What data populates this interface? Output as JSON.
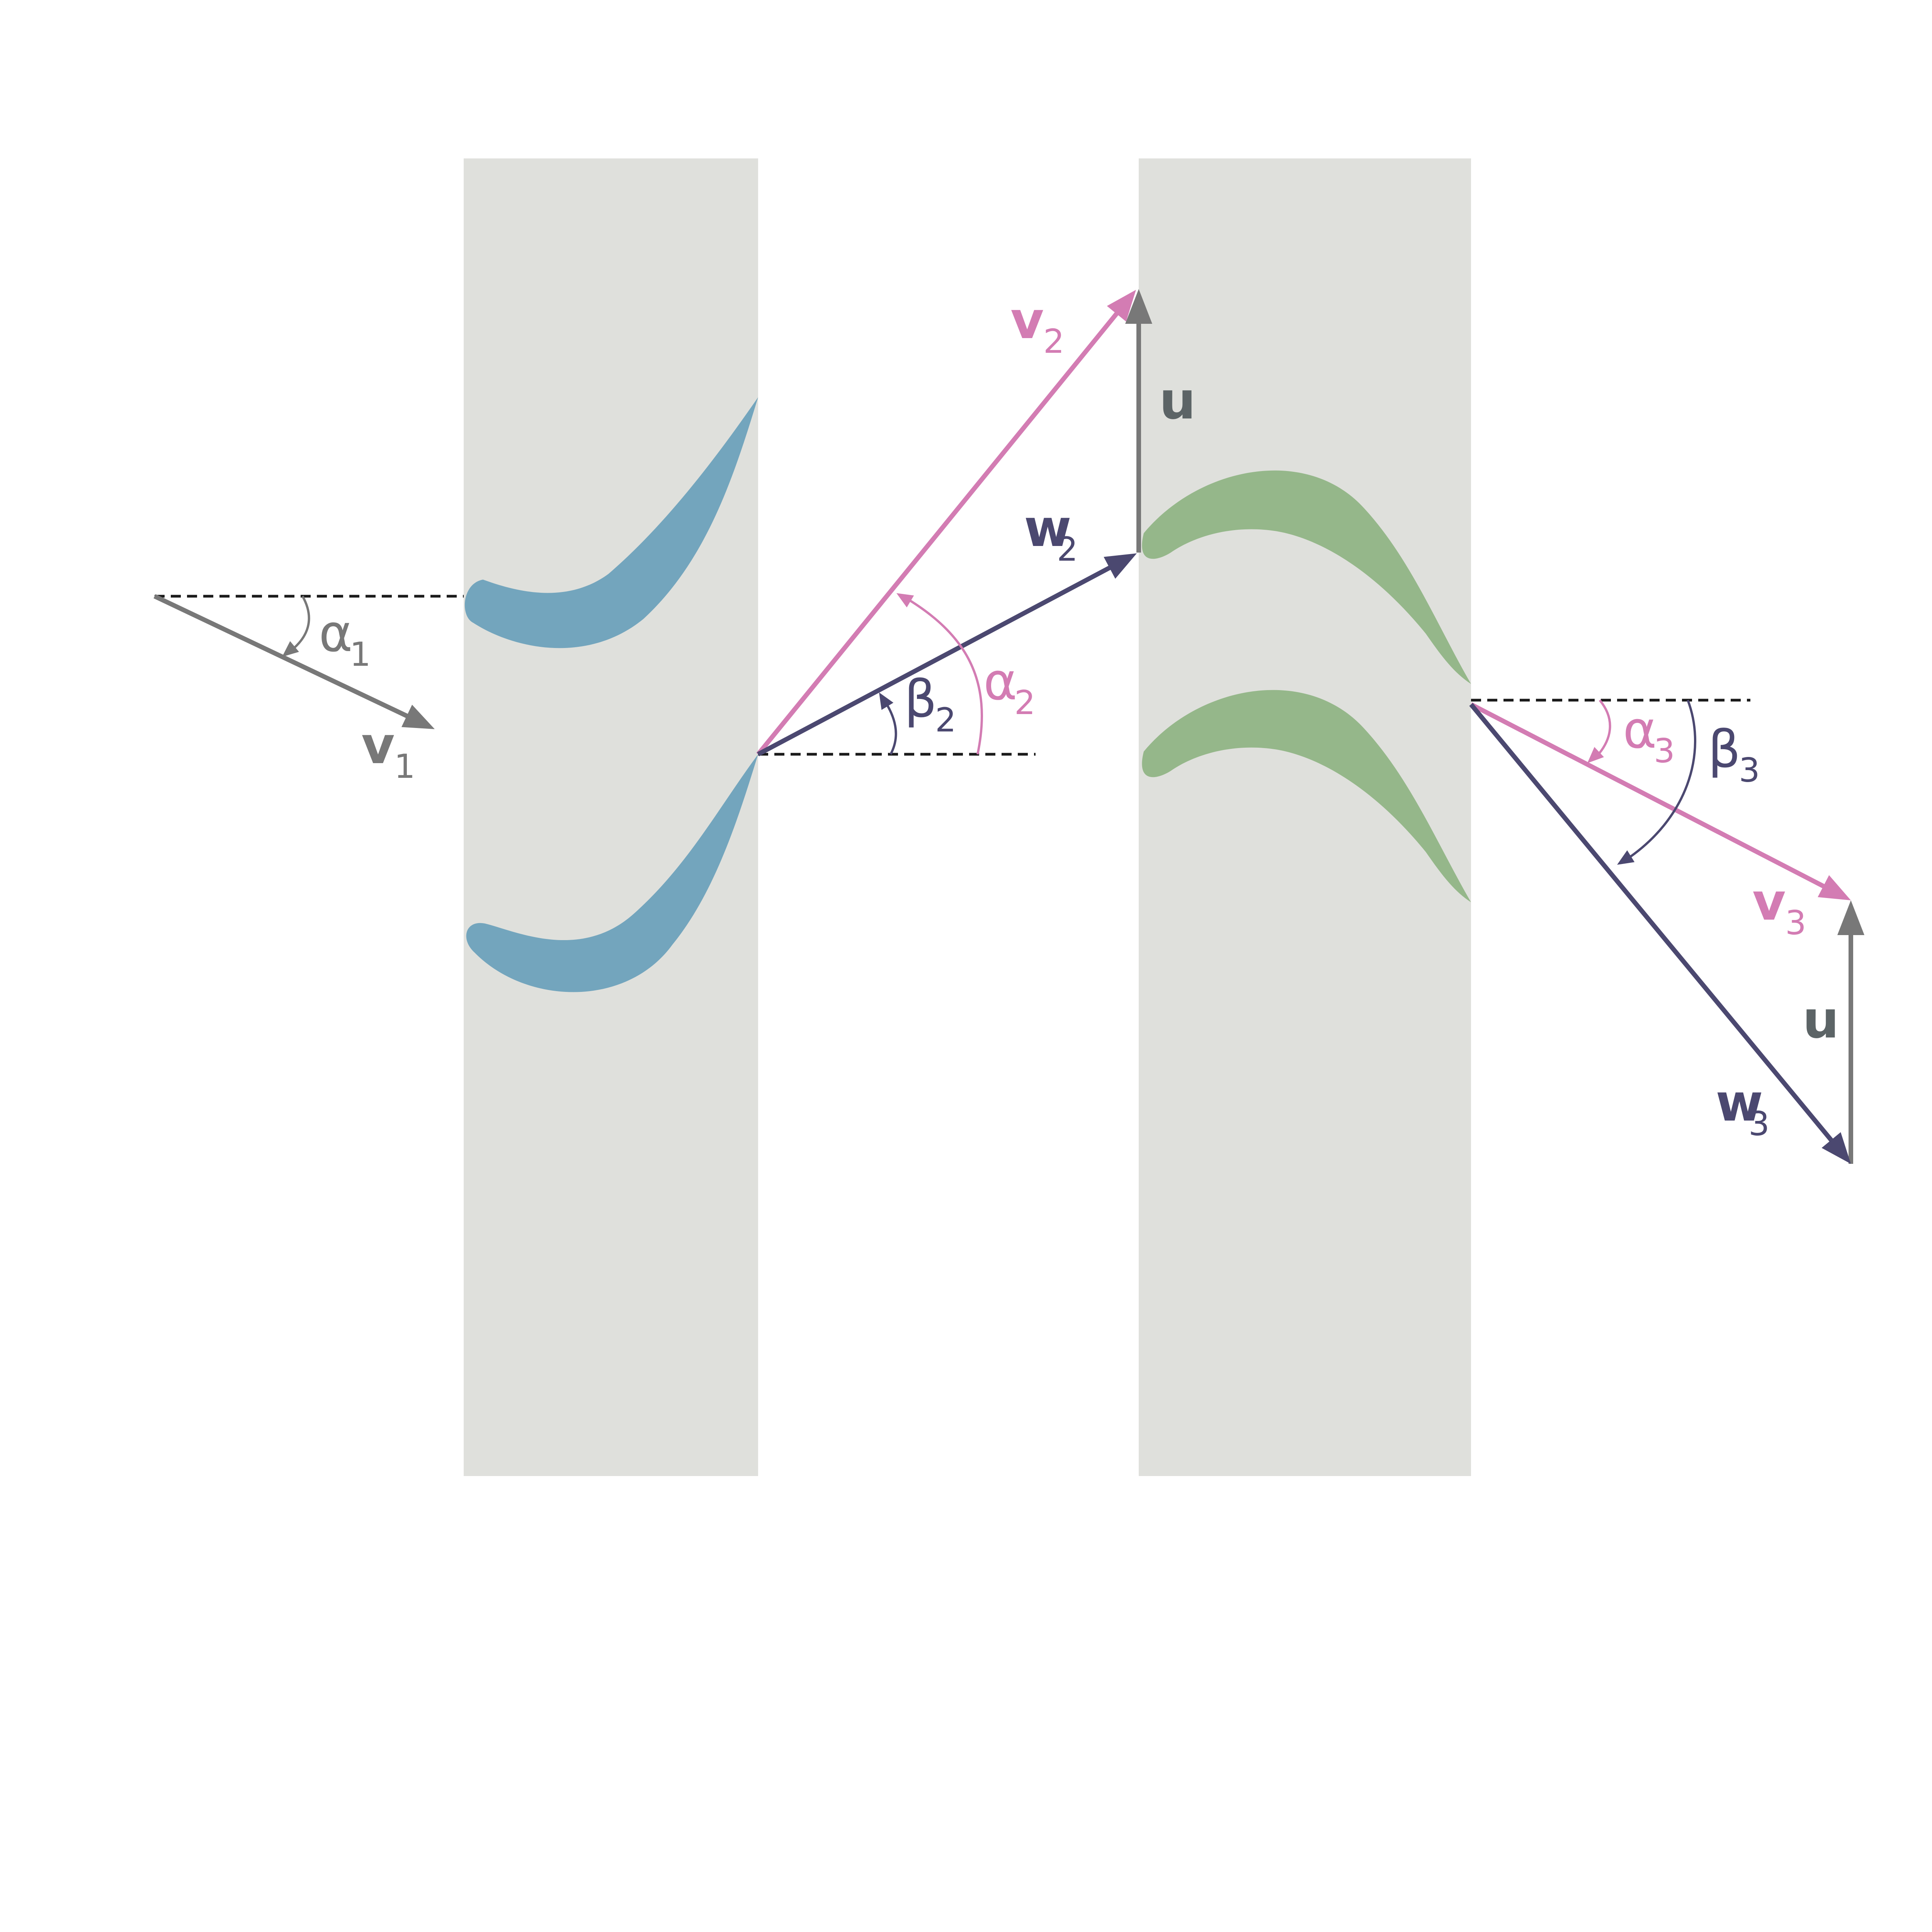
{
  "colors": {
    "panel": "#dfe0dc",
    "stator_blade": "#73a5bd",
    "rotor_blade": "#95b78a",
    "gray": "#787878",
    "pink": "#d37cb3",
    "purple": "#4b4870",
    "u_label": "#5c6466",
    "dashed": "#1a1a1a"
  },
  "labels": {
    "v1": {
      "main": "v",
      "sub": "1"
    },
    "alpha1": {
      "main": "α",
      "sub": "1"
    },
    "v2": {
      "main": "v",
      "sub": "2"
    },
    "u_top": {
      "main": "u"
    },
    "w2": {
      "main": "w",
      "sub": "2"
    },
    "beta2": {
      "main": "β",
      "sub": "2"
    },
    "alpha2": {
      "main": "α",
      "sub": "2"
    },
    "alpha3": {
      "main": "α",
      "sub": "3"
    },
    "beta3": {
      "main": "β",
      "sub": "3"
    },
    "v3": {
      "main": "v",
      "sub": "3"
    },
    "u_bottom": {
      "main": "u"
    },
    "w3": {
      "main": "w",
      "sub": "3"
    }
  }
}
